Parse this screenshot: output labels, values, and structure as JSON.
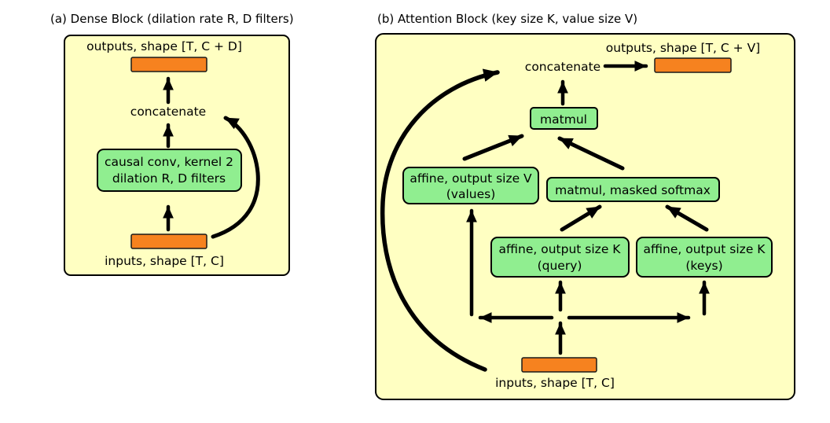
{
  "colors": {
    "panel_bg": "#FFFFC2",
    "box_green": "#90EE90",
    "bar_orange": "#F6821F",
    "outline": "#000000",
    "arrow": "#000000"
  },
  "panel_a": {
    "title": "(a) Dense Block (dilation rate R, D filters)",
    "outputs_label": "outputs, shape [T, C + D]",
    "concatenate_label": "concatenate",
    "conv_line1": "causal conv, kernel 2",
    "conv_line2": "dilation R, D filters",
    "inputs_label": "inputs, shape [T, C]"
  },
  "panel_b": {
    "title": "(b) Attention Block (key size K, value size V)",
    "outputs_label": "outputs, shape [T, C + V]",
    "concatenate_label": "concatenate",
    "matmul_label": "matmul",
    "values_line1": "affine, output size V",
    "values_line2": "(values)",
    "softmax_label": "matmul, masked softmax",
    "query_line1": "affine, output size K",
    "query_line2": "(query)",
    "keys_line1": "affine, output size K",
    "keys_line2": "(keys)",
    "inputs_label": "inputs, shape [T, C]"
  }
}
